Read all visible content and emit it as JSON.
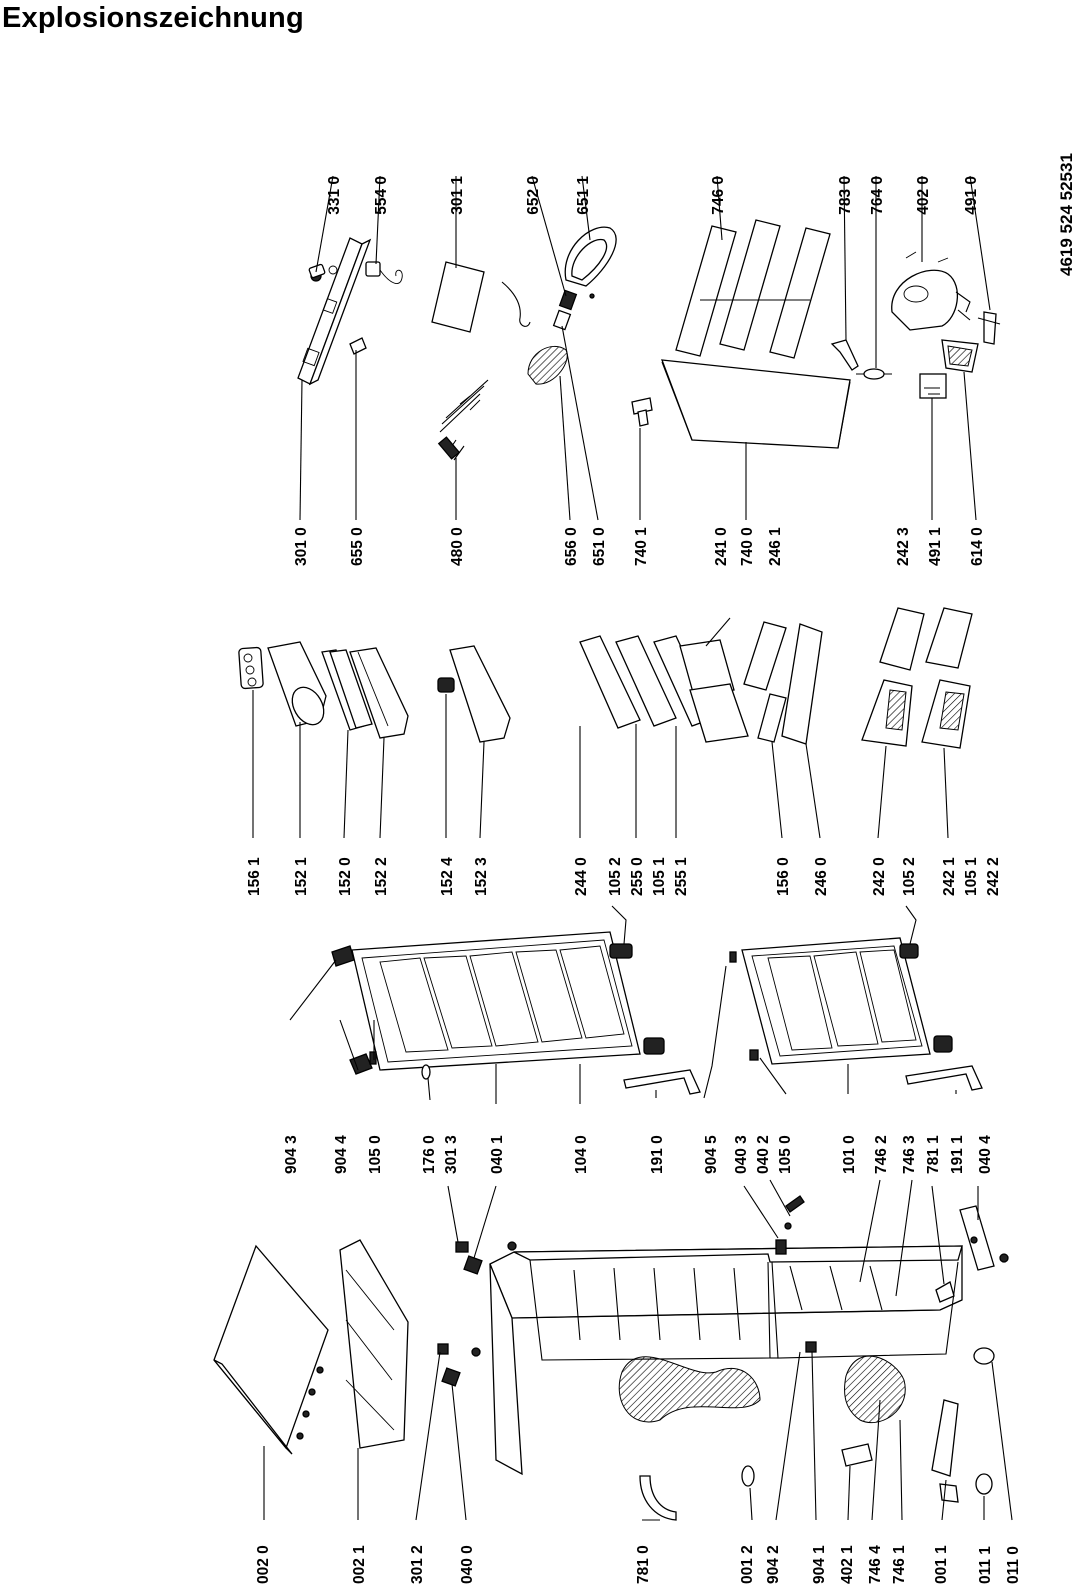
{
  "title": "Explosionszeichnung",
  "document_number": "4619 524 52531",
  "labels": {
    "top_row": [
      "331 0",
      "554 0",
      "301 1",
      "652 0",
      "651 1",
      "746 0",
      "783 0",
      "764 0",
      "402 0",
      "491 0"
    ],
    "upper_middle_row": [
      "301 0",
      "655 0",
      "480 0",
      "656 0",
      "651 0",
      "740 1",
      "241 0",
      "740 0",
      "246 1",
      "242 3",
      "491 1",
      "614 0"
    ],
    "lower_middle_row": [
      "156 1",
      "152 1",
      "152 0",
      "152 2",
      "152 4",
      "152 3",
      "244 0",
      "105 2",
      "255 0",
      "105 1",
      "255 1",
      "156 0",
      "246 0",
      "242 0",
      "105 2",
      "242 1",
      "105 1",
      "242 2"
    ],
    "door_row": [
      "904 3",
      "904 4",
      "105 0",
      "176 0",
      "301 3",
      "040 1",
      "104 0",
      "191 0",
      "904 5",
      "040 3",
      "040 2",
      "105 0",
      "101 0",
      "746 2",
      "746 3",
      "781 1",
      "191 1",
      "040 4"
    ],
    "bottom_row": [
      "002 0",
      "002 1",
      "301 2",
      "040 0",
      "781 0",
      "001 2",
      "904 2",
      "904 1",
      "402 1",
      "746 4",
      "746 1",
      "001 1",
      "011 1",
      "011 0"
    ]
  }
}
